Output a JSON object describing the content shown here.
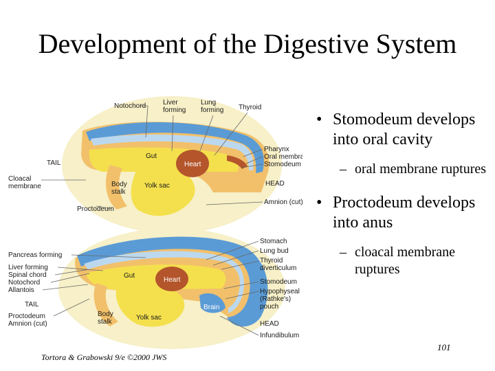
{
  "slide": {
    "title": "Development of the Digestive System",
    "page_number": "101",
    "credit": "Tortora & Grabowski 9/e ©2000 JWS"
  },
  "bullets": [
    {
      "text": "Stomodeum develops into oral cavity",
      "sub": "oral membrane ruptures"
    },
    {
      "text": "Proctodeum develops into anus",
      "sub": "cloacal membrane ruptures"
    }
  ],
  "figure_top": {
    "labels": {
      "notochord": "Notochord",
      "liver_forming": "Liver\nforming",
      "lung_forming": "Lung\nforming",
      "thyroid": "Thyroid",
      "pharynx": "Pharynx",
      "oral_membrane": "Oral membrane",
      "stomodeum": "Stomodeum",
      "tail": "TAIL",
      "gut": "Gut",
      "heart": "Heart",
      "cloacal_membrane": "Cloacal\nmembrane",
      "body_stalk": "Body\nstalk",
      "yolk_sac": "Yolk sac",
      "head": "HEAD",
      "proctodeum": "Proctodeum",
      "amnion": "Amnion (cut)"
    }
  },
  "figure_bottom": {
    "labels": {
      "stomach": "Stomach",
      "pancreas_forming": "Pancreas forming",
      "lung_bud": "Lung bud",
      "liver_forming": "Liver forming",
      "thyroid_diverticulum": "Thyroid\ndiverticulum",
      "spinal_chord": "Spinal chord",
      "gut": "Gut",
      "notochord": "Notochord",
      "heart": "Heart",
      "allantois": "Allantois",
      "stomodeum": "Stomodeum",
      "hypophyseal_pouch": "Hypophyseal\n(Rathke's)\npouch",
      "tail": "TAIL",
      "brain": "Brain",
      "proctodeum": "Proctodeum",
      "amnion": "Amnion (cut)",
      "body_stalk": "Body\nstalk",
      "yolk_sac": "Yolk sac",
      "head": "HEAD",
      "infundibulum": "Infundibulum"
    }
  },
  "colors": {
    "neural_blue": "#5b9bd5",
    "light_blue": "#bcd8ef",
    "gut_yellow": "#f4e04d",
    "tissue_orange": "#f2c06b",
    "heart_brown": "#b4552c",
    "leader_line": "#666666"
  }
}
